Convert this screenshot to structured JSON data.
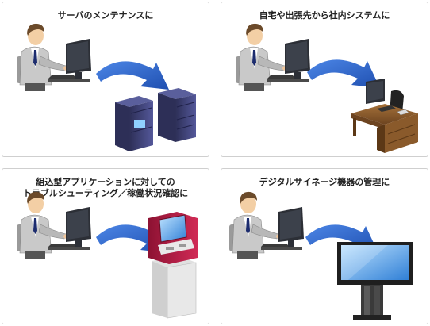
{
  "panels": [
    {
      "title_lines": [
        "サーバのメンテナンスに"
      ],
      "target": "server-racks"
    },
    {
      "title_lines": [
        "自宅や出張先から社内システムに"
      ],
      "target": "office-desk"
    },
    {
      "title_lines": [
        "組込型アプリケーションに対しての",
        "トラブルシューティング／稼働状況確認に"
      ],
      "target": "kiosk-terminal"
    },
    {
      "title_lines": [
        "デジタルサイネージ機器の管理に"
      ],
      "target": "signage-display"
    }
  ],
  "colors": {
    "arrow": "#2f6ed8",
    "border": "#cfcfcf",
    "suit": "#c9c9c9",
    "monitor": "#2c2f36",
    "rack": "#3c3f6e",
    "desk": "#8a5a2b",
    "kiosk": "#b31d43",
    "screen": "#4aa3ff"
  }
}
